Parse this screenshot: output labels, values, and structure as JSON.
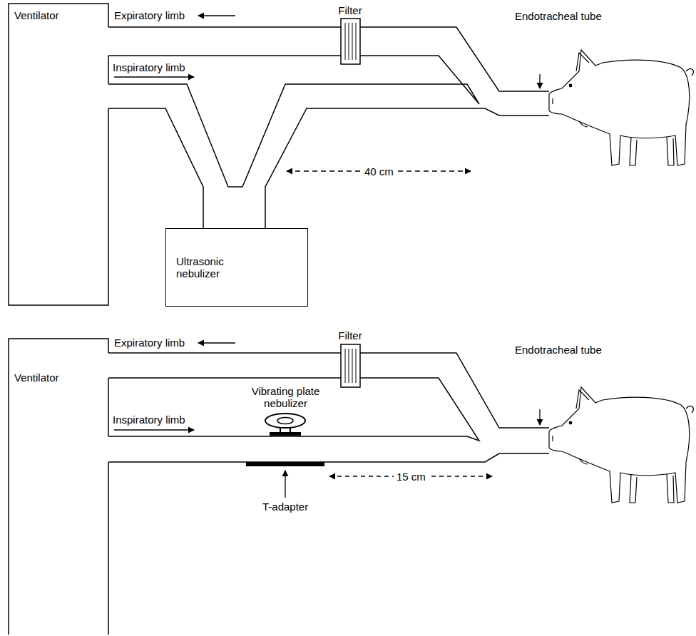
{
  "diagram": {
    "nodes": [
      {
        "text": [
          "Ventilator"
        ]
      },
      {
        "text": [
          "Filter"
        ]
      },
      {
        "text": [
          "Ultrasonic nebulizer"
        ]
      },
      {
        "text": [
          "Ventilator"
        ]
      },
      {
        "text": [
          "Filter"
        ]
      },
      {
        "text": [
          "Vibrating plate nebulizer"
        ]
      }
    ],
    "labels": [
      "Expiratory limb",
      "Endotracheal tube",
      "Inspiratory limb",
      "40 cm",
      "Expiratory limb",
      "Endotracheal tube",
      "Inspiratory limb",
      "T-adapter",
      "15 cm"
    ]
  }
}
